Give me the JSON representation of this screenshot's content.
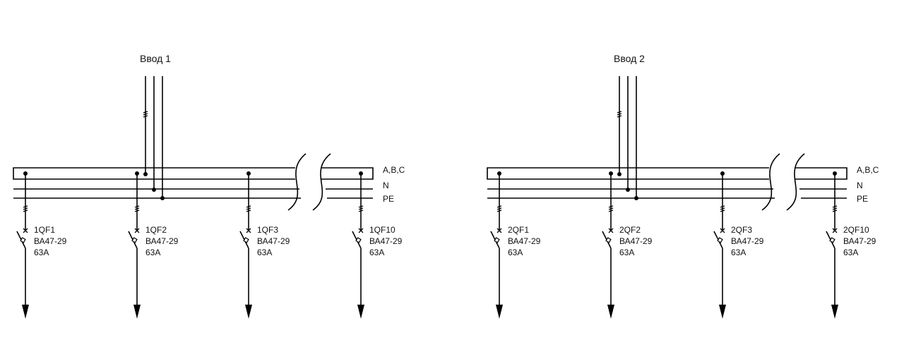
{
  "panels": [
    {
      "input_label": "Ввод 1",
      "bus_labels": [
        "A,B,C",
        "N",
        "PE"
      ],
      "feeders": [
        {
          "name": "1QF1",
          "type": "ВА47-29",
          "rating": "63А"
        },
        {
          "name": "1QF2",
          "type": "ВА47-29",
          "rating": "63А"
        },
        {
          "name": "1QF3",
          "type": "ВА47-29",
          "rating": "63А"
        },
        {
          "name": "1QF10",
          "type": "ВА47-29",
          "rating": "63А"
        }
      ]
    },
    {
      "input_label": "Ввод 2",
      "bus_labels": [
        "A,B,C",
        "N",
        "PE"
      ],
      "feeders": [
        {
          "name": "2QF1",
          "type": "ВА47-29",
          "rating": "63А"
        },
        {
          "name": "2QF2",
          "type": "ВА47-29",
          "rating": "63А"
        },
        {
          "name": "2QF3",
          "type": "ВА47-29",
          "rating": "63А"
        },
        {
          "name": "2QF10",
          "type": "ВА47-29",
          "rating": "63А"
        }
      ]
    }
  ]
}
